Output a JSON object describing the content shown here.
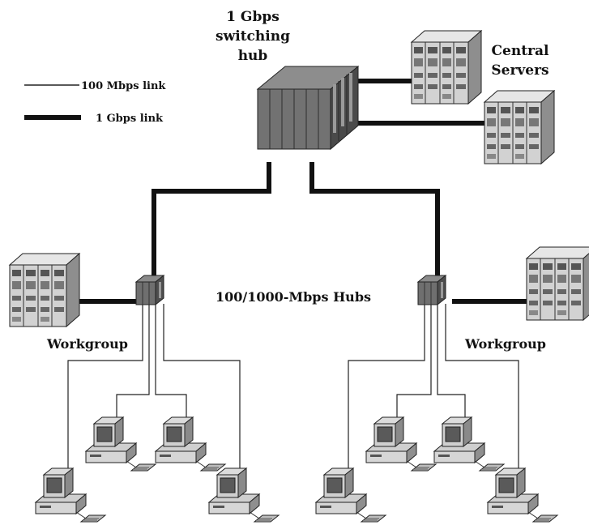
{
  "legend": {
    "thin_label": "100 Mbps link",
    "thick_label": "1 Gbps link"
  },
  "labels": {
    "switch_line1": "1 Gbps",
    "switch_line2": "switching",
    "switch_line3": "hub",
    "servers_line1": "Central",
    "servers_line2": "Servers",
    "hubs": "100/1000-Mbps Hubs",
    "workgroup_left": "Workgroup",
    "workgroup_right": "Workgroup"
  },
  "colors": {
    "thin_link": "#222222",
    "thick_link": "#111111",
    "device_light": "#d4d4d4",
    "device_mid": "#9a9a9a",
    "device_dark": "#555555",
    "hub_face": "#6d6d6d"
  }
}
